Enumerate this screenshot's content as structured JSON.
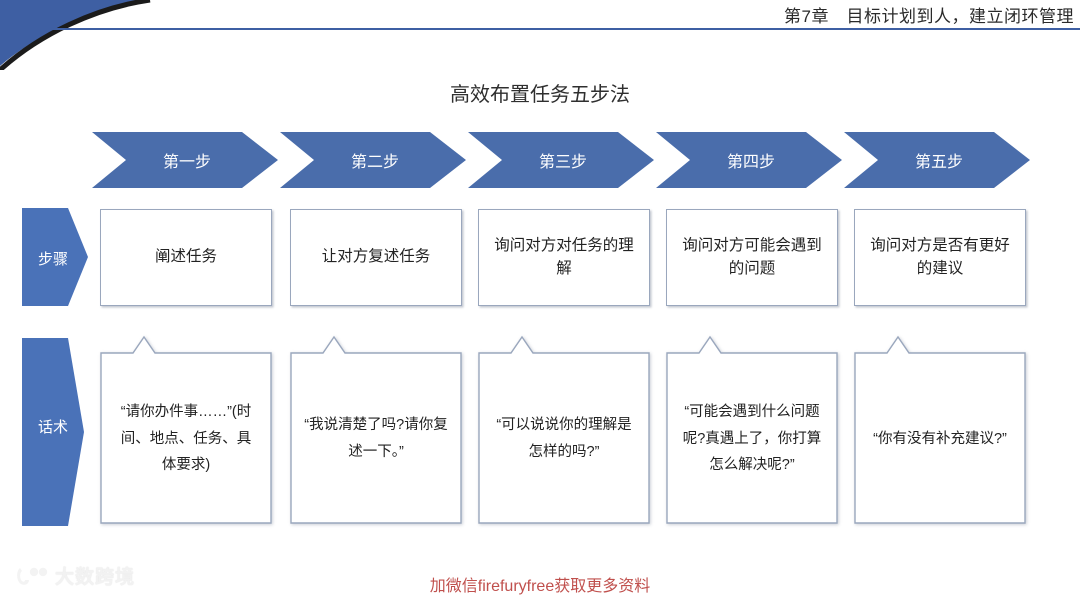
{
  "header": {
    "title": "第7章　目标计划到人，建立闭环管理",
    "rule_color": "#3e5fa3"
  },
  "chart_title": "高效布置任务五步法",
  "colors": {
    "arrow_blue": "#4a6dab",
    "label_blue": "#4a72b8",
    "box_border": "#9aa7bd",
    "footer_red": "#c0504d"
  },
  "row_labels": {
    "steps": "步骤",
    "scripts": "话术"
  },
  "arrows": [
    {
      "label": "第一步"
    },
    {
      "label": "第二步"
    },
    {
      "label": "第三步"
    },
    {
      "label": "第四步"
    },
    {
      "label": "第五步"
    }
  ],
  "steps": [
    {
      "text": "阐述任务"
    },
    {
      "text": "让对方复述任务"
    },
    {
      "text": "询问对方对任务的理解"
    },
    {
      "text": "询问对方可能会遇到的问题"
    },
    {
      "text": "询问对方是否有更好的建议"
    }
  ],
  "scripts": [
    {
      "text": "“请你办件事……”(时间、地点、任务、具体要求)"
    },
    {
      "text": "“我说清楚了吗?请你复述一下。”"
    },
    {
      "text": "“可以说说你的理解是怎样的吗?”"
    },
    {
      "text": "“可能会遇到什么问题呢?真遇上了，你打算怎么解决呢?”"
    },
    {
      "text": "“你有没有补充建议?”"
    }
  ],
  "footer": {
    "note": "加微信firefuryfree获取更多资料",
    "watermark": "大数跨境"
  }
}
